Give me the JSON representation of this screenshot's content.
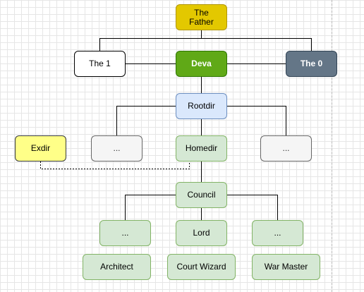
{
  "diagram": {
    "nodes": {
      "father": "The\nFather",
      "the_one": "The 1",
      "deva": "Deva",
      "the_zero": "The 0",
      "rootdir": "Rootdir",
      "exdir": "Exdir",
      "ellipsis_left": "...",
      "homedir": "Homedir",
      "ellipsis_right": "...",
      "council": "Council",
      "ellipsis_council_left": "...",
      "lord": "Lord",
      "ellipsis_council_right": "...",
      "architect": "Architect",
      "court_wizard": "Court Wizard",
      "war_master": "War Master"
    }
  }
}
